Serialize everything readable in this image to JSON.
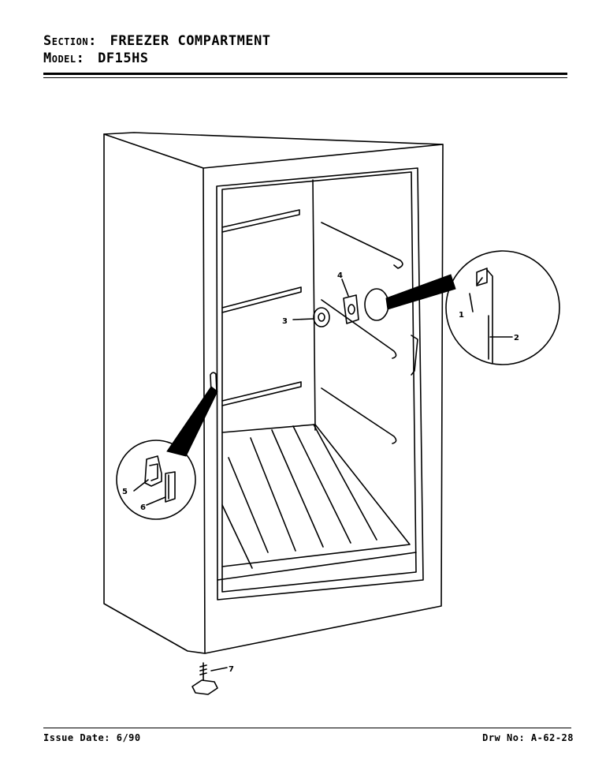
{
  "header": {
    "section_label": "Section:",
    "section_value": "FREEZER COMPARTMENT",
    "model_label": "Model:",
    "model_value": "DF15HS"
  },
  "callouts": {
    "c1": "1",
    "c2": "2",
    "c3": "3",
    "c4": "4",
    "c5": "5",
    "c6": "6",
    "c7": "7"
  },
  "footer": {
    "issue_label": "Issue Date:",
    "issue_value": "6/90",
    "drw_label": "Drw No:",
    "drw_value": "A-62-28"
  }
}
